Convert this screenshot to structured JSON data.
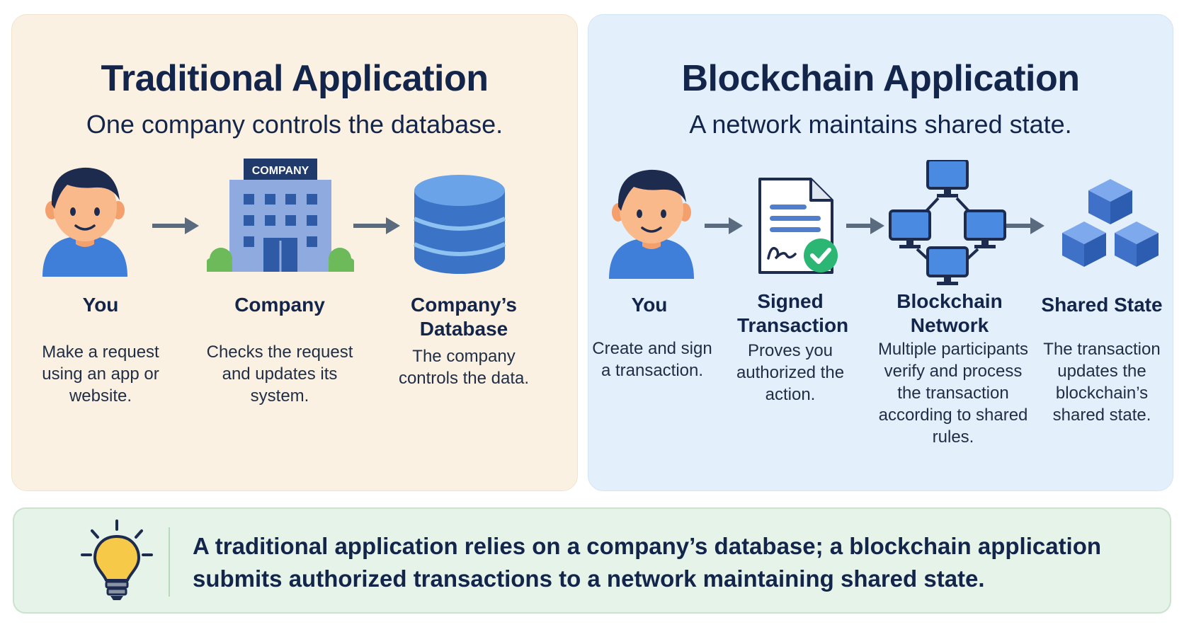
{
  "traditional": {
    "title": "Traditional Application",
    "subtitle": "One company controls the database.",
    "steps": [
      {
        "label": "You",
        "desc": "Make a request using an app or website."
      },
      {
        "label": "Company",
        "desc": "Checks the request and updates its system.",
        "sign": "COMPANY"
      },
      {
        "label": "Company’s Database",
        "desc": "The company controls the data."
      }
    ]
  },
  "blockchain": {
    "title": "Blockchain Application",
    "subtitle": "A network maintains shared state.",
    "steps": [
      {
        "label": "You",
        "desc": "Create and sign a transaction."
      },
      {
        "label": "Signed Transaction",
        "desc": "Proves you authorized the action."
      },
      {
        "label": "Blockchain Network",
        "desc": "Multiple participants verify and process the transaction according to shared rules."
      },
      {
        "label": "Shared State",
        "desc": "The transaction updates the blockchain’s shared state."
      }
    ]
  },
  "summary": {
    "text": "A traditional application relies on a company’s database; a blockchain application submits authorized transactions to a network maintaining shared state.",
    "icon": "lightbulb-icon"
  },
  "colors": {
    "traditional_bg": "#fbf1e2",
    "blockchain_bg": "#e3effb",
    "summary_bg": "#e6f3e8",
    "title_text": "#13254a",
    "arrow": "#5a6b80",
    "accent_blue": "#3a78d4",
    "check_green": "#2bb673"
  }
}
